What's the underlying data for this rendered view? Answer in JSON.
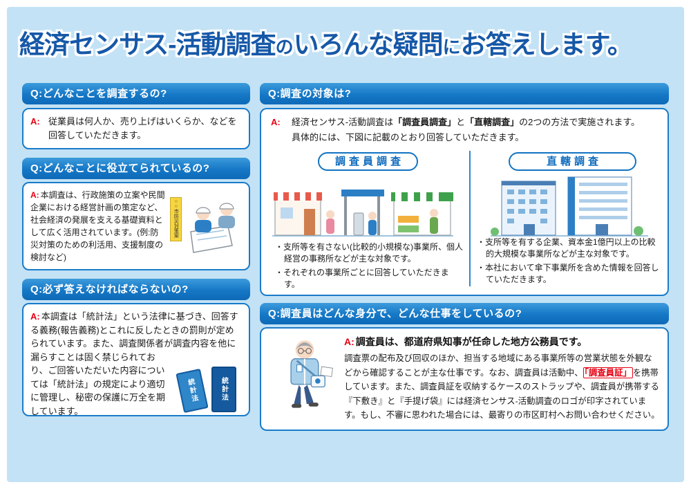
{
  "title": {
    "segments": [
      {
        "text": "経済センサス-活動調査"
      },
      {
        "text": "の"
      },
      {
        "text": "いろんな疑問"
      },
      {
        "text": "に"
      },
      {
        "text": "お答えします。"
      }
    ]
  },
  "left_cards": [
    {
      "q": "Q:どんなことを調査するの?",
      "a_label": "A:",
      "a": "従業員は何人か、売り上げはいくらか、などを回答していただきます。"
    },
    {
      "q": "Q:どんなことに役立てられているの?",
      "a_label": "A:",
      "a": "本調査は、行政施策の立案や民間企業における経営計画の策定など、社会経済の発展を支える基礎資料として広く活用されています。(例:防災対策のための利活用、支援制度の検討など)",
      "sign_text": "○○市防災対策案"
    },
    {
      "q": "Q:必ず答えなければならないの?",
      "a_label": "A:",
      "a": "本調査は「統計法」という法律に基づき、回答する義務(報告義務)とこれに反したときの罰則が定められています。また、調査関係者が調査内容を他に漏らすことは固く禁じられており、ご回答いただいた内容については「統計法」の規定により適切に管理し、秘密の保護に万全を期しています。",
      "book_label": "統計法"
    }
  ],
  "survey_target_card": {
    "q": "Q:調査の対象は?",
    "a_label": "A:",
    "intro": {
      "pre": "経済センサス-活動調査は",
      "term1": "「調査員調査」",
      "mid": "と",
      "term2": "「直轄調査」",
      "post": "の2つの方法で実施されます。",
      "line2": "具体的には、下図に記載のとおり回答していただきます。"
    },
    "enumerator_panel": {
      "header": "調査員調査",
      "bullets": [
        "・支所等を有さない(比較的小規模な)事業所、個人経営の事務所などが主な対象です。",
        "・それぞれの事業所ごとに回答していただきます。"
      ]
    },
    "direct_panel": {
      "header": "直轄調査",
      "bullets": [
        "・支所等を有する企業、資本金1億円以上の比較的大規模な事業所などが主な対象です。",
        "・本社において傘下事業所を含めた情報を回答していただきます。"
      ]
    }
  },
  "enumerator_card": {
    "q": "Q:調査員はどんな身分で、どんな仕事をしているの?",
    "a_label": "A:",
    "lead": "調査員は、都道府県知事が任命した地方公務員です。",
    "body_1": "調査票の配布及び回収のほか、担当する地域にある事業所等の営業状態を外観などから確認することが主な仕事です。なお、調査員は活動中、",
    "highlight": "「調査員証」",
    "body_2": "を携帯しています。また、調査員証を収納するケースのストラップや、調査員が携帯する『下敷き』と『手提げ袋』には経済センサス-活動調査のロゴが印字されています。もし、不審に思われた場合には、最寄りの市区町村へお問い合わせください。"
  },
  "colors": {
    "background": "#c3e2f5",
    "q_bar_blue": "#1173c2",
    "title_blue": "#1658a8",
    "accent_red": "#e60012",
    "box_border_blue": "#1a7bc9"
  }
}
